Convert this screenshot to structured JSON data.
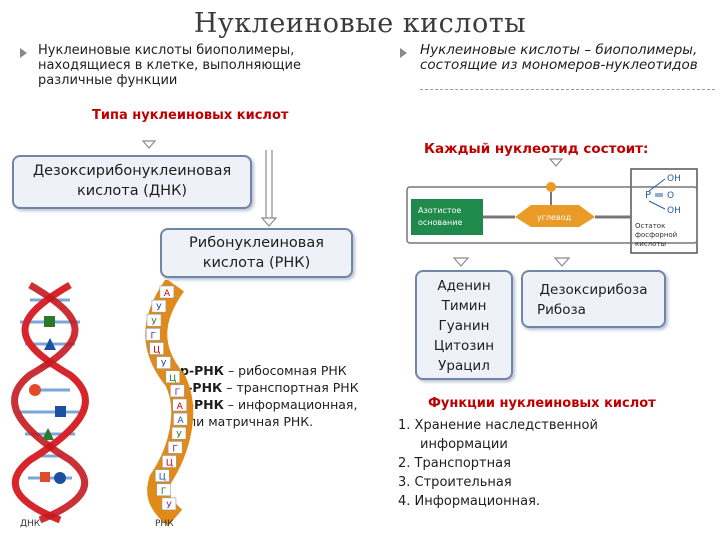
{
  "title": "Нуклеиновые кислоты",
  "left_bullet": "Нуклеиновые кислоты биополимеры, находящиеся в клетке, выполняющие различные функции",
  "right_bullet": "Нуклеиновые кислоты – биополимеры, состоящие из мономеров-нуклеотидов",
  "types_heading": "Типа нуклеиновых кислот",
  "dna_box": "Дезоксирибонуклеиновая кислота (ДНК)",
  "rna_box": "Рибонуклеиновая кислота (РНК)",
  "rna_types": [
    {
      "bold": "р-РНК",
      "rest": " – рибосомная РНК"
    },
    {
      "bold": "т-РНК",
      "rest": " – транспортная РНК"
    },
    {
      "bold": "и-РНК",
      "rest": " – информационная,"
    },
    {
      "bold": "",
      "rest": "или матричная РНК."
    }
  ],
  "nucleotide_heading": "Каждый нуклеотид состоит:",
  "diagram": {
    "base_label_1": "Азотистое",
    "base_label_2": "основание",
    "sugar_label": "углевод",
    "phosphate_O_top": "OH",
    "phosphate_P": "P",
    "phosphate_O_mid": "O",
    "phosphate_O_bot": "OH",
    "phosphate_label_1": "Остаток",
    "phosphate_label_2": "фосфорной",
    "phosphate_label_3": "кислоты"
  },
  "bases": [
    "Аденин",
    "Тимин",
    "Гуанин",
    "Цитозин",
    "Урацил"
  ],
  "sugars": [
    "Дезоксирибоза",
    "Рибоза"
  ],
  "functions_heading": "Функции нуклеиновых кислот",
  "functions": [
    "1. Хранение наследственной",
    "информации",
    "2. Транспортная",
    "3. Строительная",
    "4. Информационная."
  ],
  "rna_strand_letters": [
    "А",
    "У",
    "У",
    "Г",
    "Ц",
    "У",
    "Ц",
    "Г",
    "А",
    "А",
    "У",
    "Г",
    "Ц",
    "Ц",
    "Г",
    "У"
  ],
  "dna_caption": "ДНК",
  "rna_caption": "РНК",
  "colors": {
    "title": "#3b3b3b",
    "red": "#c00000",
    "box_border": "#6f86a8",
    "box_fill": "#eef2f8",
    "base_green": "#1f8a4c",
    "sugar_orange": "#e99a27",
    "phosphate_blue": "#2a5aa6"
  }
}
